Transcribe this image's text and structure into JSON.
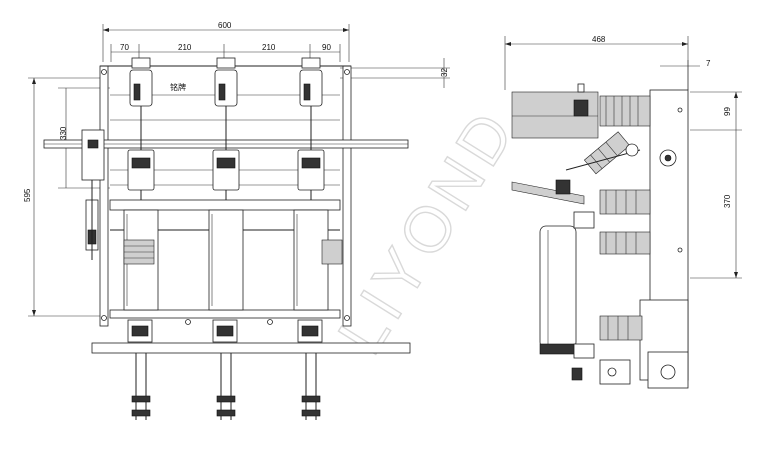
{
  "front_view": {
    "dimensions": {
      "overall_width": "600",
      "pole_pitch_left": "70",
      "pole_spacing_1": "210",
      "pole_spacing_2": "210",
      "pole_pitch_right": "90",
      "top_offset": "32",
      "left_mid": "330",
      "left_overall": "595"
    },
    "nameplate_text": "铭牌"
  },
  "side_view": {
    "dimensions": {
      "overall_depth": "468",
      "right_offset": "7",
      "upper_height": "99",
      "main_height": "370"
    }
  },
  "watermark": "LIYOND"
}
